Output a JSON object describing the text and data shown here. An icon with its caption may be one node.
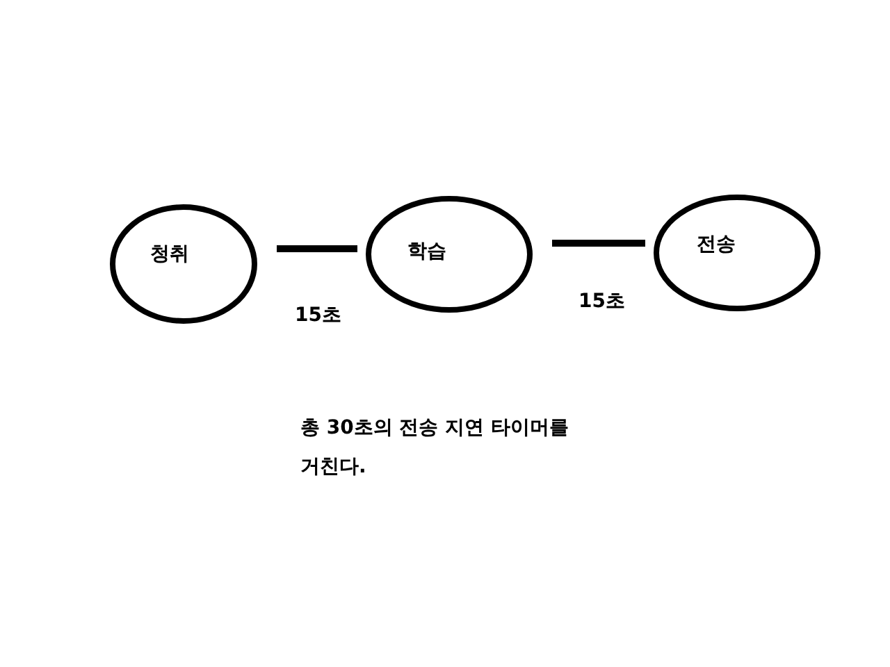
{
  "diagram": {
    "nodes": [
      {
        "text": [
          "청취"
        ]
      },
      {
        "text": [
          "학습"
        ]
      },
      {
        "text": [
          "전송"
        ]
      }
    ],
    "edges": [
      {
        "from": 0,
        "to": 1,
        "arrow": "none",
        "label": "15초"
      },
      {
        "from": 1,
        "to": 2,
        "arrow": "none",
        "label": "15초"
      }
    ],
    "labels": [
      "총 30초의 전송 지연 타이머를 거친다."
    ]
  }
}
